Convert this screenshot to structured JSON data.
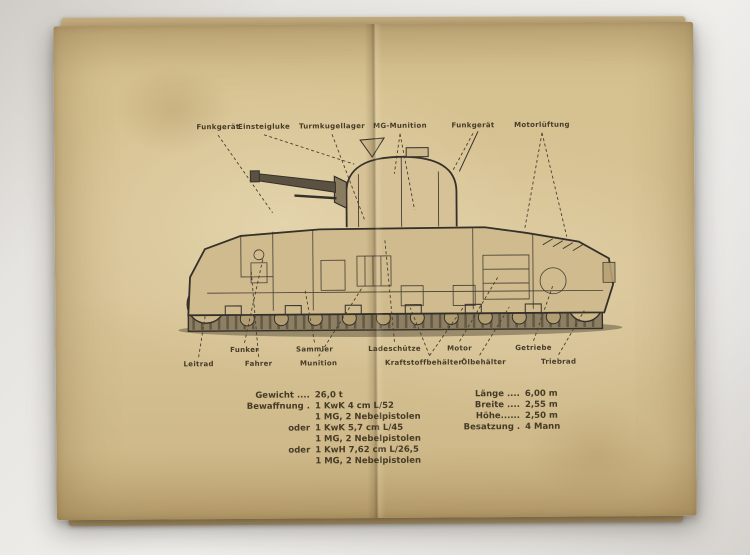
{
  "labels_top": [
    {
      "text": "Funkgerät"
    },
    {
      "text": "Einsteigluke"
    },
    {
      "text": "Turmkugellager"
    },
    {
      "text": "MG-Munition"
    },
    {
      "text": "Funkgerät"
    },
    {
      "text": "Motorlüftung"
    }
  ],
  "labels_bottom": [
    {
      "text": "Funker"
    },
    {
      "text": "Sammler"
    },
    {
      "text": "Ladeschütze"
    },
    {
      "text": "Motor"
    },
    {
      "text": "Getriebe"
    },
    {
      "text": "Leitrad"
    },
    {
      "text": "Fahrer"
    },
    {
      "text": "Munition"
    },
    {
      "text": "Kraftstoffbehälter"
    },
    {
      "text": "Ölbehälter"
    },
    {
      "text": "Triebrad"
    }
  ],
  "specs_left": {
    "rows": [
      {
        "key": "Gewicht ....",
        "value": "26,0 t"
      },
      {
        "key": "Bewaffnung .",
        "value": "1 KwK 4 cm L/52"
      },
      {
        "key": "",
        "value": "1 MG, 2 Nebelpistolen"
      },
      {
        "key": "oder",
        "value": "1 KwK 5,7 cm L/45"
      },
      {
        "key": "",
        "value": "1 MG, 2 Nebelpistolen"
      },
      {
        "key": "oder",
        "value": "1 KwH 7,62 cm L/26,5"
      },
      {
        "key": "",
        "value": "1 MG, 2 Nebelpistolen"
      }
    ]
  },
  "specs_right": {
    "rows": [
      {
        "key": "Länge ....",
        "value": "6,00 m"
      },
      {
        "key": "Breite ....",
        "value": "2,55 m"
      },
      {
        "key": "Höhe......",
        "value": "2,50 m"
      },
      {
        "key": "Besatzung .",
        "value": "4 Mann"
      }
    ]
  }
}
